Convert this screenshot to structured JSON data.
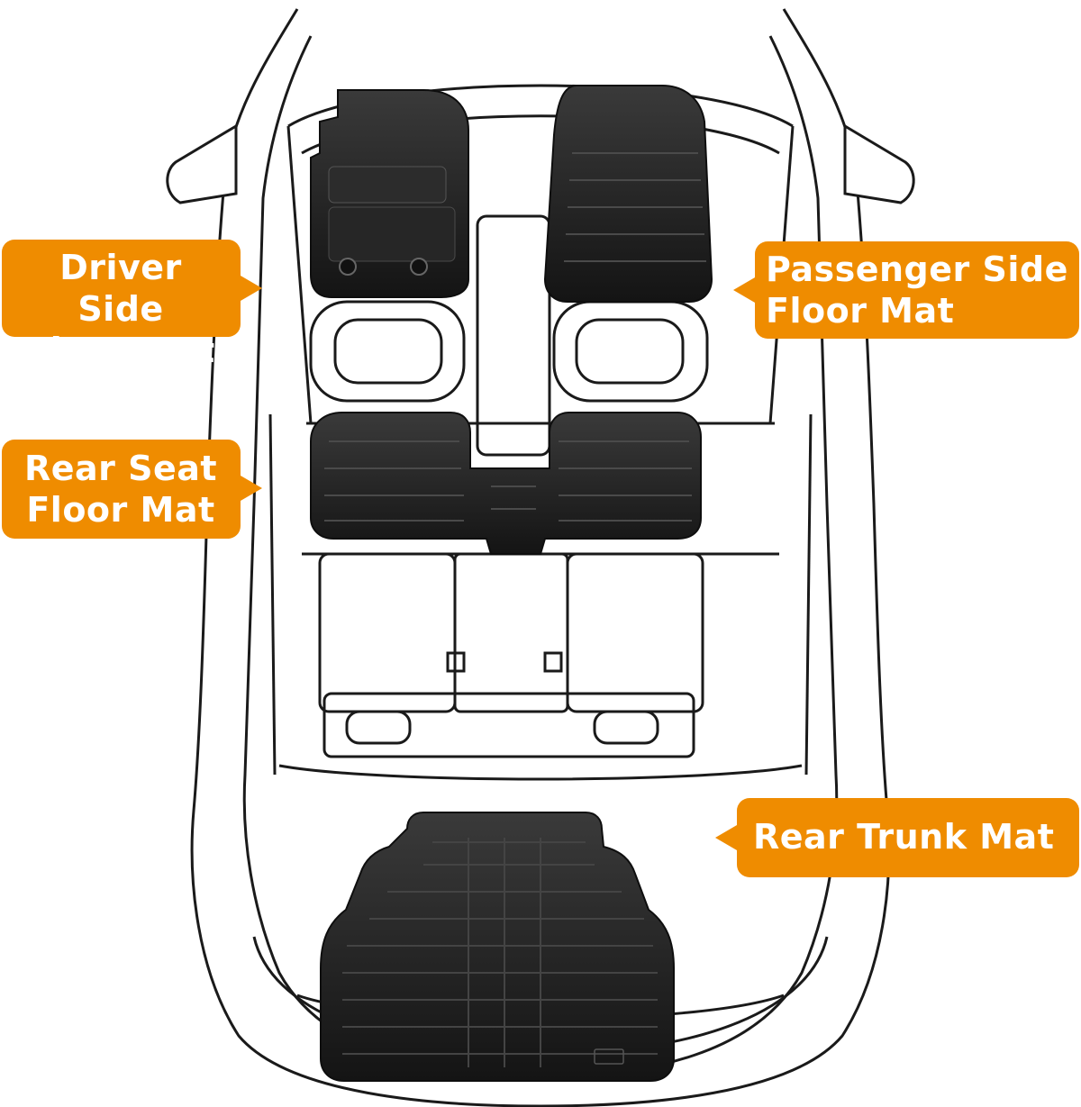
{
  "callout_color": "#ef8c00",
  "callout_text_color": "#ffffff",
  "mat_color": "#1b1b1b",
  "outline_color": "#1a1a1a",
  "labels": {
    "driver_side": "Driver Side\nFloor Mat",
    "passenger_side": "Passenger Side\nFloor Mat",
    "rear_seat": "Rear Seat\nFloor Mat",
    "rear_trunk": "Rear Trunk Mat"
  }
}
